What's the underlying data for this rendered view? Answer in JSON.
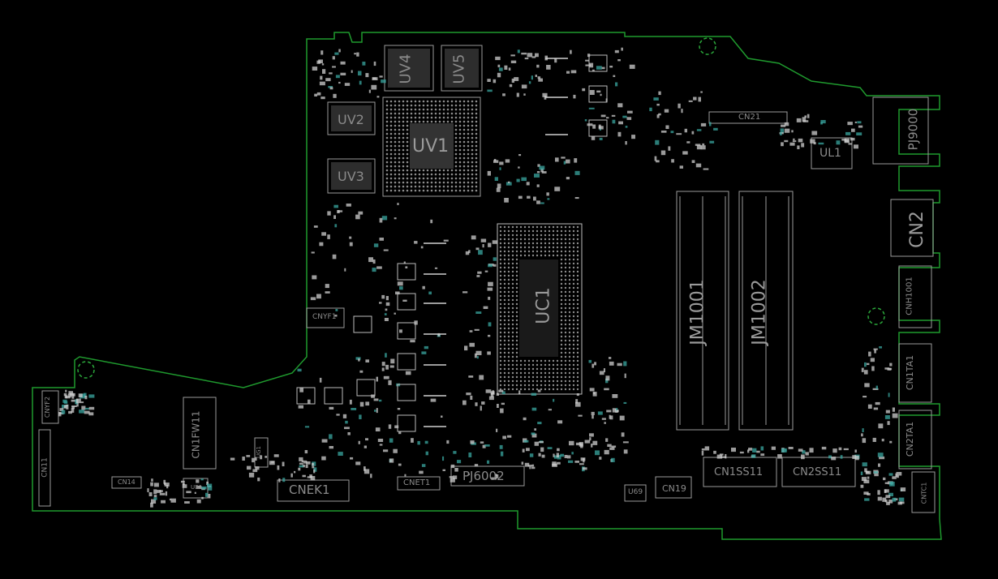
{
  "colors": {
    "background": "#000000",
    "outline": "#1f9a2e",
    "silkscreen": "#a0a0a0",
    "label": "#8a8a8a",
    "pad": "#cfcfcf",
    "via": "#3aa7a0"
  },
  "labels": {
    "uv1": "UV1",
    "uv2": "UV2",
    "uv3": "UV3",
    "uv4": "UV4",
    "uv5": "UV5",
    "uc1": "UC1",
    "ul1": "UL1",
    "cn21": "CN21",
    "pj9000": "PJ9000",
    "cn2": "CN2",
    "cnh1001": "CNH1001",
    "jm1001": "JM1001",
    "jm1002": "JM1002",
    "cn1ta1": "CN1TA1",
    "cn2ta1": "CN2TA1",
    "cn1ss11": "CN1SS11",
    "cn2ss11": "CN2SS11",
    "cn19": "CN19",
    "u69": "U69",
    "cntc1": "CNTC1",
    "pj6002": "PJ6002",
    "cnet1": "CNET1",
    "cnek1": "CNEK1",
    "cn1fw11": "CN1FW11",
    "cn11": "CN11",
    "cn14": "CN14",
    "cnyf2": "CNYF2",
    "cnyf1": "CNYF1",
    "ub1": "UB1",
    "ug1": "UG1"
  }
}
